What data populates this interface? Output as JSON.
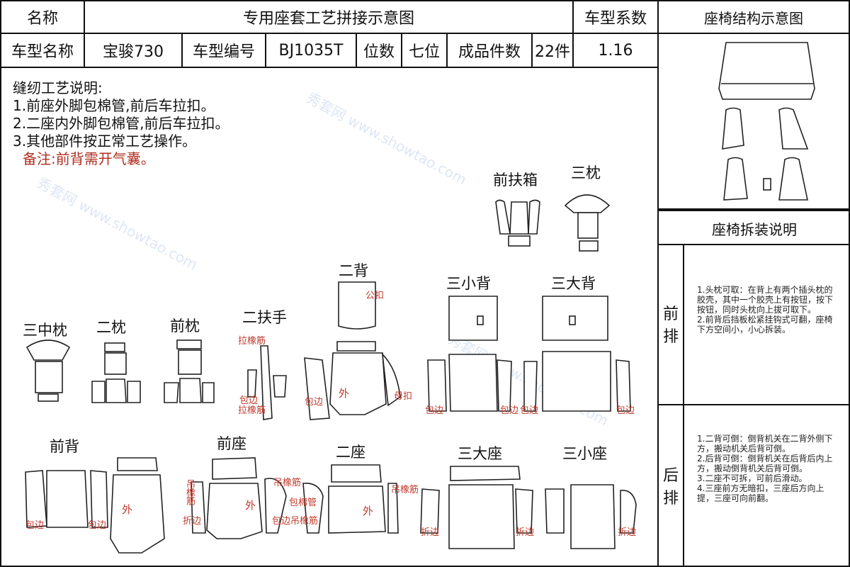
{
  "header": {
    "name_label": "名称",
    "title": "专用座套工艺拼接示意图",
    "coef_label": "车型系数",
    "structure_title": "座椅结构示意图"
  },
  "info": {
    "model_name_label": "车型名称",
    "model_name": "宝骏730",
    "model_no_label": "车型编号",
    "model_no": "BJ1035T",
    "seats_label": "位数",
    "seats": "七位",
    "pieces_label": "成品件数",
    "pieces": "22件",
    "coef": "1.16"
  },
  "notes": {
    "heading": "缝纫工艺说明:",
    "line1": "1.前座外脚包棉管,前后车拉扣。",
    "line2": "2.二座内外脚包棉管,前后车拉扣。",
    "line3": "3.其他部件按正常工艺操作。",
    "remark": "备注:前背需开气囊。"
  },
  "parts": {
    "front_armbox": "前扶箱",
    "third_pillow": "三枕",
    "second_back": "二背",
    "third_small_back": "三小背",
    "third_big_back": "三大背",
    "third_mid_pillow": "三中枕",
    "second_pillow": "二枕",
    "front_pillow": "前枕",
    "second_armrest": "二扶手",
    "front_back": "前背",
    "front_seat": "前座",
    "second_seat": "二座",
    "third_big_seat": "三大座",
    "third_small_seat": "三小座"
  },
  "marks": {
    "gongkou": "公扣",
    "mukou": "母扣",
    "laxiangjin": "拉橡筋",
    "baobian": "包边",
    "wai": "外",
    "diaoxiangjin": "吊橡筋",
    "zheibian": "折边",
    "baomianguan": "包棉管",
    "diaoxiangjin2": "吊橡筋",
    "baobian_diaoxiang": "包边吊橡筋"
  },
  "sidebar": {
    "disassembly_title": "座椅拆装说明",
    "front_row": "前排",
    "rear_row": "后排",
    "front_rules": "1.头枕可取：在背上有两个插头枕的胶壳，其中一个胶壳上有按钮，按下按钮，同时头枕向上拔可取下。\n2.前背后挡板松紧挂钩式可翻，座椅下方空间小，小心拆装。",
    "rear_rules": "1.二背可倒：倒背机关在二背外侧下方，搬动机关后背可倒。\n2.后背可倒：倒背机关在后背后内上方，搬动倒背机关后背可倒。\n3.二座不可拆，可前后滑动。\n4.三座前方无暗扣，三座后方向上提，三座可向前翻。"
  },
  "watermark": "秀套网 www.showtao.com",
  "colors": {
    "mark": "#c0392b",
    "watermark": "#9fb8e8",
    "line": "#111111"
  }
}
